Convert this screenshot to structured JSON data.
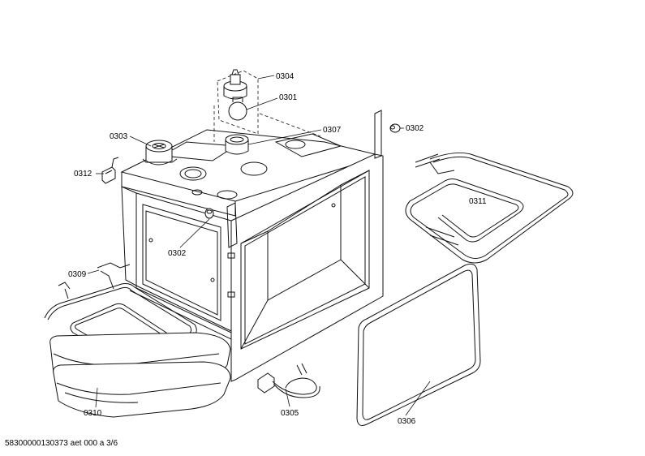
{
  "labels": {
    "p0304": "0304",
    "p0301": "0301",
    "p0307": "0307",
    "p0302a": "0302",
    "p0303": "0303",
    "p0312": "0312",
    "p0311": "0311",
    "p0302b": "0302",
    "p0309": "0309",
    "p0305": "0305",
    "p0306": "0306",
    "p0310": "0310"
  },
  "footer": "58300000130373 aet 000 a 3/6"
}
